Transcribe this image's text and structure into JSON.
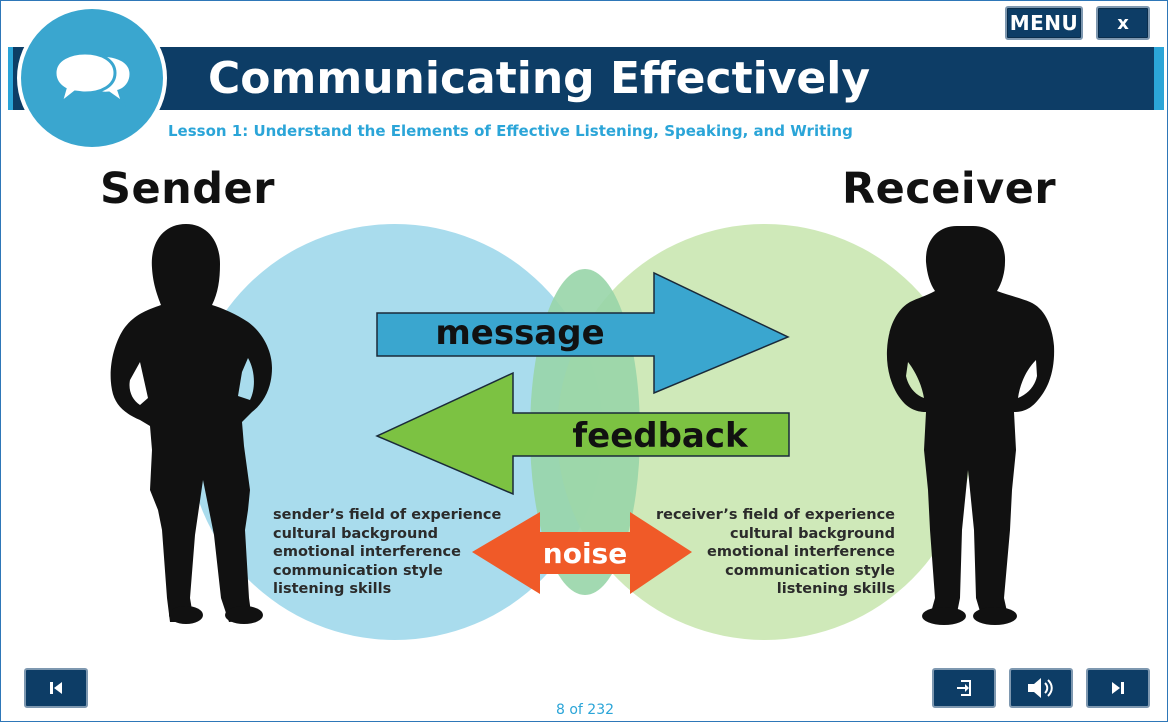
{
  "header": {
    "menu_label": "MENU",
    "close_label": "x",
    "title": "Communicating Effectively",
    "subtitle": "Lesson 1: Understand the Elements of Effective Listening, Speaking, and Writing",
    "badge_icon": "speech-bubbles-icon"
  },
  "diagram": {
    "sender_label": "Sender",
    "receiver_label": "Receiver",
    "arrows": {
      "message": "message",
      "feedback": "feedback",
      "noise": "noise"
    },
    "sender_fields": [
      "sender’s field of experience",
      "cultural background",
      "emotional interference",
      "communication style",
      "listening skills"
    ],
    "receiver_fields": [
      "receiver’s field of experience",
      "cultural background",
      "emotional interference",
      "communication style",
      "listening skills"
    ]
  },
  "footer": {
    "page_counter": "8 of 232",
    "prev_icon": "skip-back-icon",
    "exit_icon": "exit-icon",
    "audio_icon": "speaker-icon",
    "next_icon": "skip-forward-icon"
  },
  "colors": {
    "navy": "#0d3d66",
    "accent_blue": "#2ba5d8",
    "sender_circle": "#a9dced",
    "receiver_circle": "#cbe7b3",
    "message_arrow": "#3aa6cf",
    "feedback_arrow": "#7cc242",
    "noise_arrow": "#f05a28"
  }
}
